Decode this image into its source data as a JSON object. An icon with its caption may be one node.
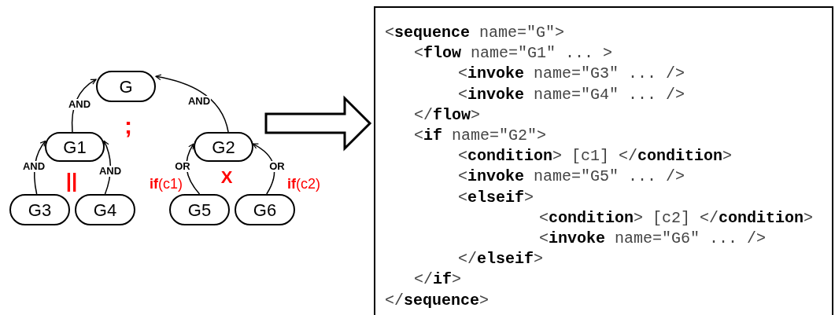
{
  "diagram": {
    "nodes": [
      {
        "text": [
          "G"
        ]
      },
      {
        "text": [
          "G1"
        ]
      },
      {
        "text": [
          "G2"
        ]
      },
      {
        "text": [
          "G3"
        ]
      },
      {
        "text": [
          "G4"
        ]
      },
      {
        "text": [
          "G5"
        ]
      },
      {
        "text": [
          "G6"
        ]
      },
      {
        "text": [
          "<**sequence** name=\"G\">",
          "<**flow** name=\"G1\" ... >",
          "<**invoke** name=\"G3\" ... />",
          "<**invoke** name=\"G4\" ... />",
          "</**flow**>",
          "<**if** name=\"G2\">",
          "<**condition**> [c1] </**condition**>",
          "<**invoke** name=\"G5\" ... />",
          "<**elseif**>",
          "<**condition**> [c2] </**condition**>",
          "<**invoke** name=\"G6\" ... />",
          "</**elseif**>",
          "</**if**>",
          "</**sequence**>"
        ]
      }
    ],
    "edges": [
      {
        "from": 1,
        "to": 0,
        "arrow": "to",
        "label": "AND"
      },
      {
        "from": 2,
        "to": 0,
        "arrow": "to",
        "label": "AND"
      },
      {
        "from": 3,
        "to": 1,
        "arrow": "to",
        "label": "AND"
      },
      {
        "from": 4,
        "to": 1,
        "arrow": "to",
        "label": "AND"
      },
      {
        "from": 5,
        "to": 2,
        "arrow": "to",
        "label": "OR"
      },
      {
        "from": 6,
        "to": 2,
        "arrow": "to",
        "label": "OR"
      },
      {
        "from": null,
        "to": 7,
        "arrow": "to",
        "style": "thick"
      }
    ],
    "labels": [
      ";",
      "||",
      "**if**(c1)",
      "X",
      "**if**(c2)"
    ]
  }
}
